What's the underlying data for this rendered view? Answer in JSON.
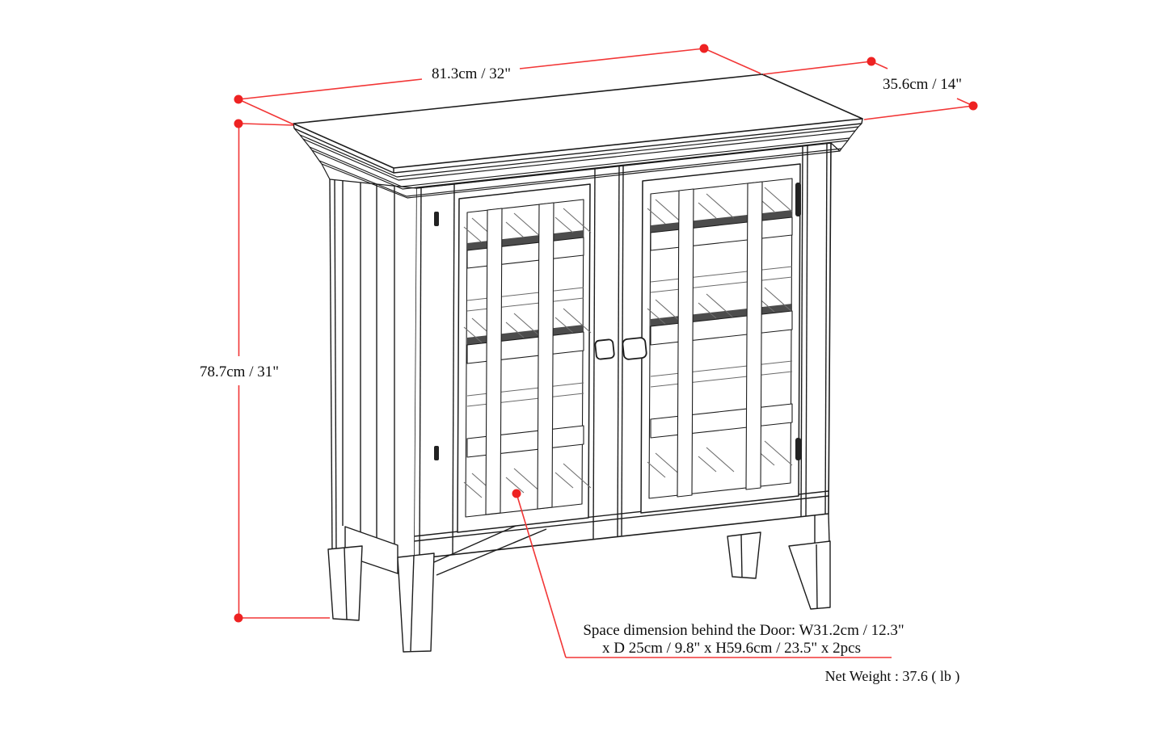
{
  "diagram": {
    "type": "product-dimension-diagram",
    "subject": "two-door glass storage cabinet line drawing",
    "labels": {
      "top_width": "81.3cm / 32\"",
      "depth": "35.6cm / 14\"",
      "height": "78.7cm / 31\"",
      "space_note_line1": "Space dimension behind the Door: W31.2cm / 12.3\"",
      "space_note_line2": "x D 25cm / 9.8\" x H59.6cm / 23.5\" x 2pcs",
      "net_weight": "Net Weight : 37.6 ( lb )"
    },
    "colors": {
      "dimension_red": "#f23636",
      "dimension_dot_red": "#ee2222",
      "drawing_line": "#1c1c1c",
      "glass_detail_gray": "#6a6a6a",
      "background": "#ffffff"
    }
  }
}
